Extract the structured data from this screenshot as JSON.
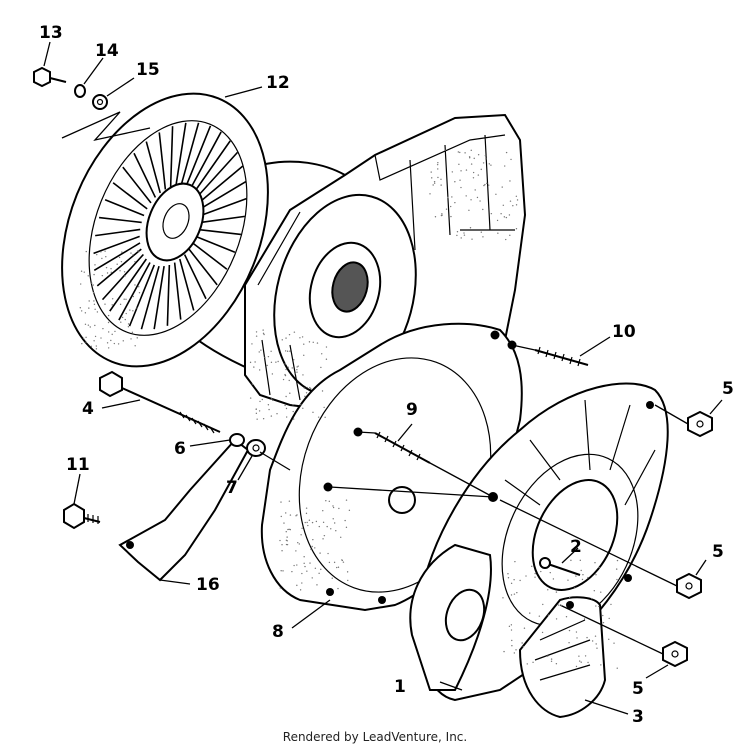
{
  "callouts": {
    "c1": "1",
    "c2": "2",
    "c3": "3",
    "c4": "4",
    "c5a": "5",
    "c5b": "5",
    "c5c": "5",
    "c6": "6",
    "c7": "7",
    "c8": "8",
    "c9": "9",
    "c10": "10",
    "c11": "11",
    "c12": "12",
    "c13": "13",
    "c14": "14",
    "c15": "15",
    "c16": "16"
  },
  "footer": "Rendered by LeadVenture, Inc.",
  "colors": {
    "ink": "#000000",
    "paper": "#ffffff",
    "stipple": "#777777"
  }
}
